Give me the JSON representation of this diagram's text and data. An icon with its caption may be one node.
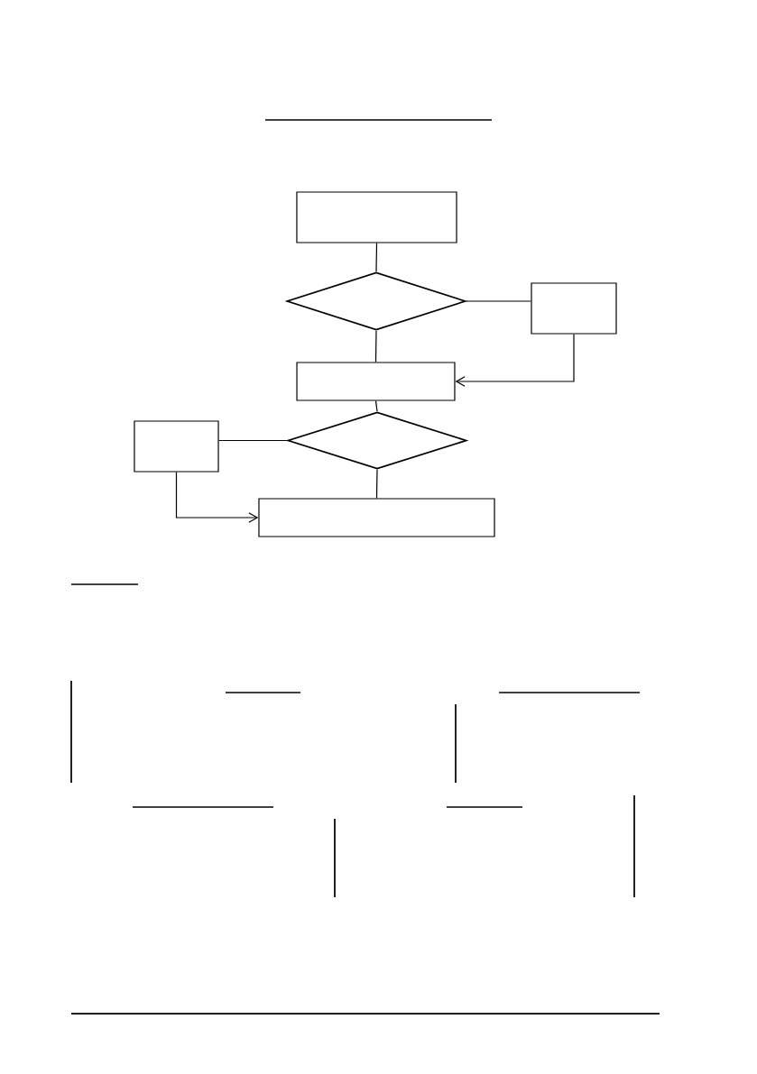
{
  "diagram": {
    "nodes": [
      {
        "text": [],
        "shape": "box"
      },
      {
        "text": [],
        "shape": "diamond"
      },
      {
        "text": [],
        "shape": "box"
      },
      {
        "text": [],
        "shape": "box"
      },
      {
        "text": [],
        "shape": "diamond"
      },
      {
        "text": [],
        "shape": "box"
      },
      {
        "text": [],
        "shape": "box"
      }
    ],
    "edges": [
      {
        "from": 0,
        "to": 1,
        "arrow": "none"
      },
      {
        "from": 1,
        "to": 2,
        "arrow": "none"
      },
      {
        "from": 2,
        "to": 3,
        "arrow": "to"
      },
      {
        "from": 1,
        "to": 3,
        "arrow": "none"
      },
      {
        "from": 3,
        "to": 4,
        "arrow": "none"
      },
      {
        "from": 4,
        "to": 5,
        "arrow": "none"
      },
      {
        "from": 5,
        "to": 6,
        "arrow": "to"
      },
      {
        "from": 4,
        "to": 6,
        "arrow": "none"
      }
    ]
  }
}
